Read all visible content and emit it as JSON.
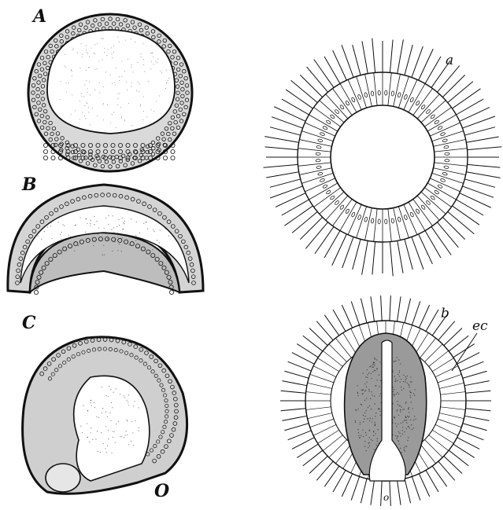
{
  "figure": {
    "panels": [
      {
        "id": "A",
        "label": "A"
      },
      {
        "id": "B",
        "label": "B"
      },
      {
        "id": "C",
        "label": "C"
      },
      {
        "id": "a",
        "label": "a"
      },
      {
        "id": "b",
        "label": "b"
      }
    ],
    "annotations": {
      "opening": "O",
      "ectoderm": "ec",
      "mouth": "o"
    },
    "colors": {
      "ink": "#111111",
      "paper": "#ffffff",
      "shade": "#9a9a9a"
    }
  }
}
